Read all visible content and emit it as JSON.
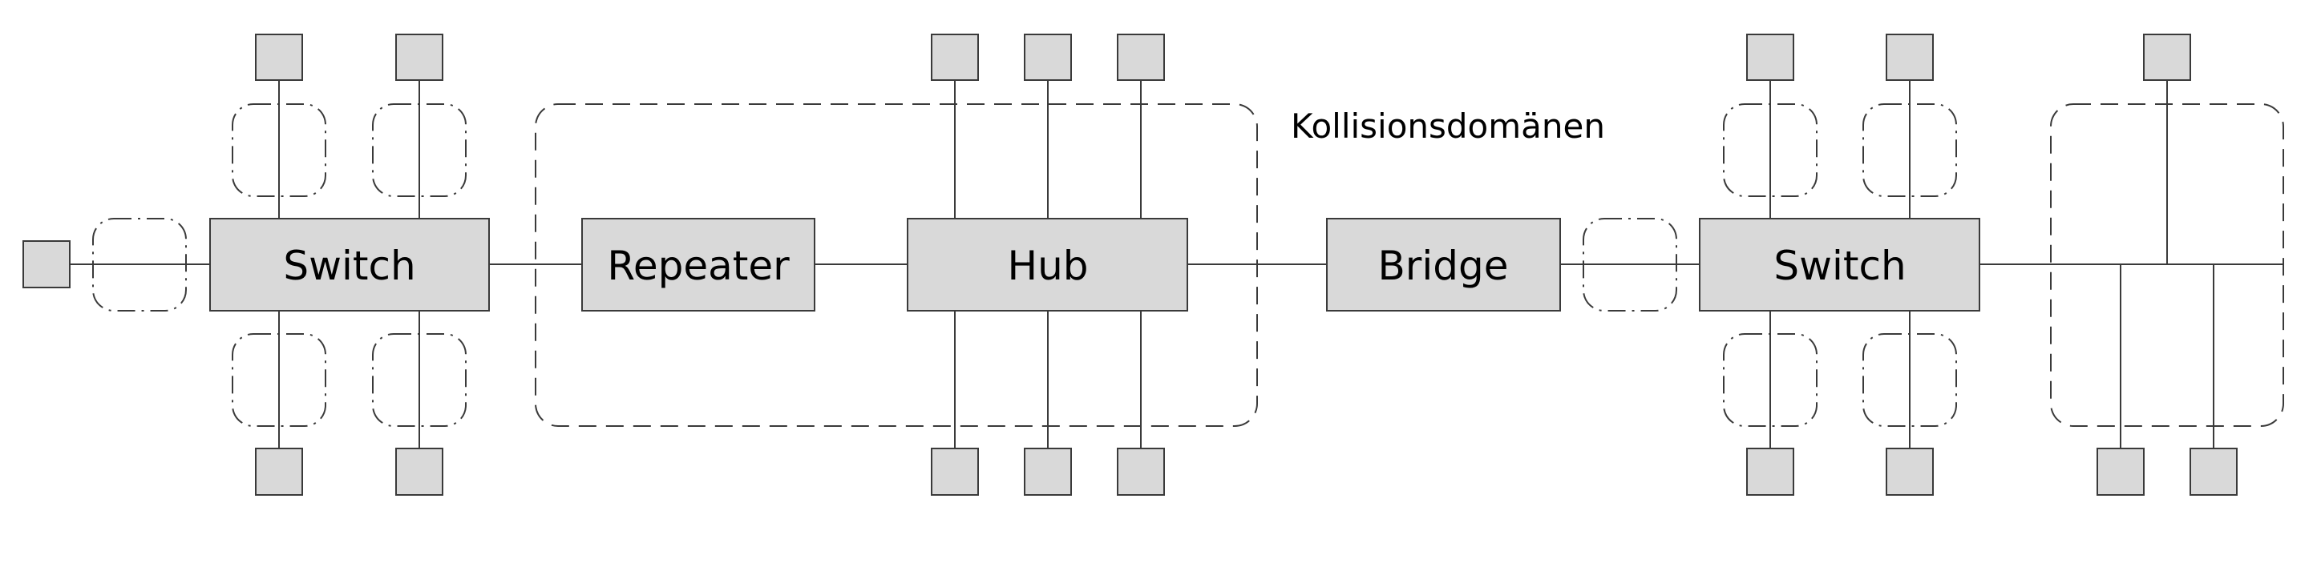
{
  "diagram": {
    "caption": "Kollisionsdomänen",
    "devices": {
      "switch_left": "Switch",
      "repeater": "Repeater",
      "hub": "Hub",
      "bridge": "Bridge",
      "switch_right": "Switch"
    },
    "colors": {
      "device_fill": "#d9d9d9",
      "stroke": "#3a3a3a",
      "background": "#ffffff"
    }
  }
}
